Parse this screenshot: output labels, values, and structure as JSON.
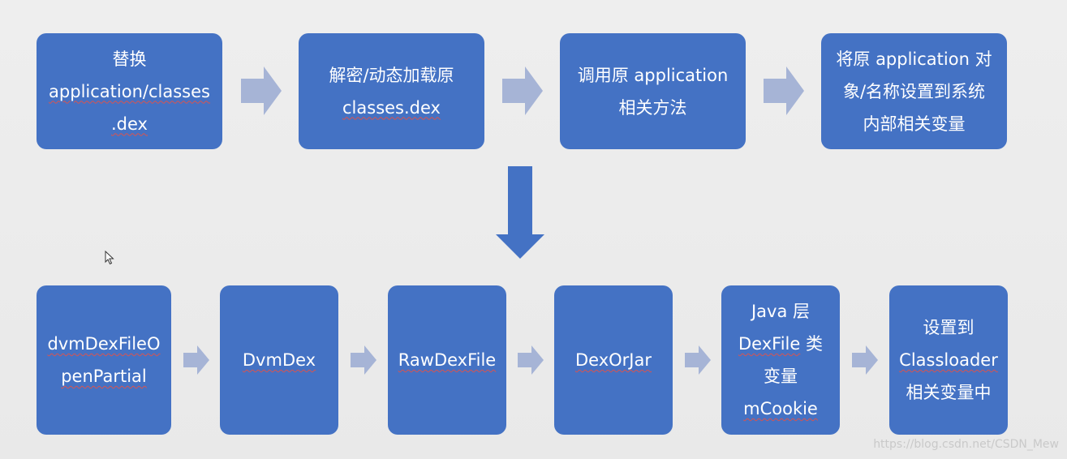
{
  "colors": {
    "box_fill": "#4472c4",
    "arrow_fill": "#a6b4d6",
    "down_arrow_fill": "#4472c4",
    "text": "#ffffff",
    "spellcheck_underline": "#d9534f"
  },
  "top_row": [
    {
      "lines": [
        "替换",
        "application/classes",
        ".dex"
      ]
    },
    {
      "lines": [
        "解密/动态加载原",
        "classes.dex"
      ]
    },
    {
      "lines": [
        "调用原 application",
        "相关方法"
      ]
    },
    {
      "lines": [
        "将原 application 对",
        "象/名称设置到系统",
        "内部相关变量"
      ]
    }
  ],
  "bottom_row": [
    {
      "lines": [
        "dvmDexFileO",
        "penPartial"
      ]
    },
    {
      "lines": [
        "DvmDex"
      ]
    },
    {
      "lines": [
        "RawDexFile"
      ]
    },
    {
      "lines": [
        "DexOrJar"
      ]
    },
    {
      "lines": [
        "Java 层",
        "DexFile 类",
        "变量",
        "mCookie"
      ]
    },
    {
      "lines": [
        "设置到",
        "Classloader",
        "相关变量中"
      ]
    }
  ],
  "watermark": "https://blog.csdn.net/CSDN_Mew"
}
